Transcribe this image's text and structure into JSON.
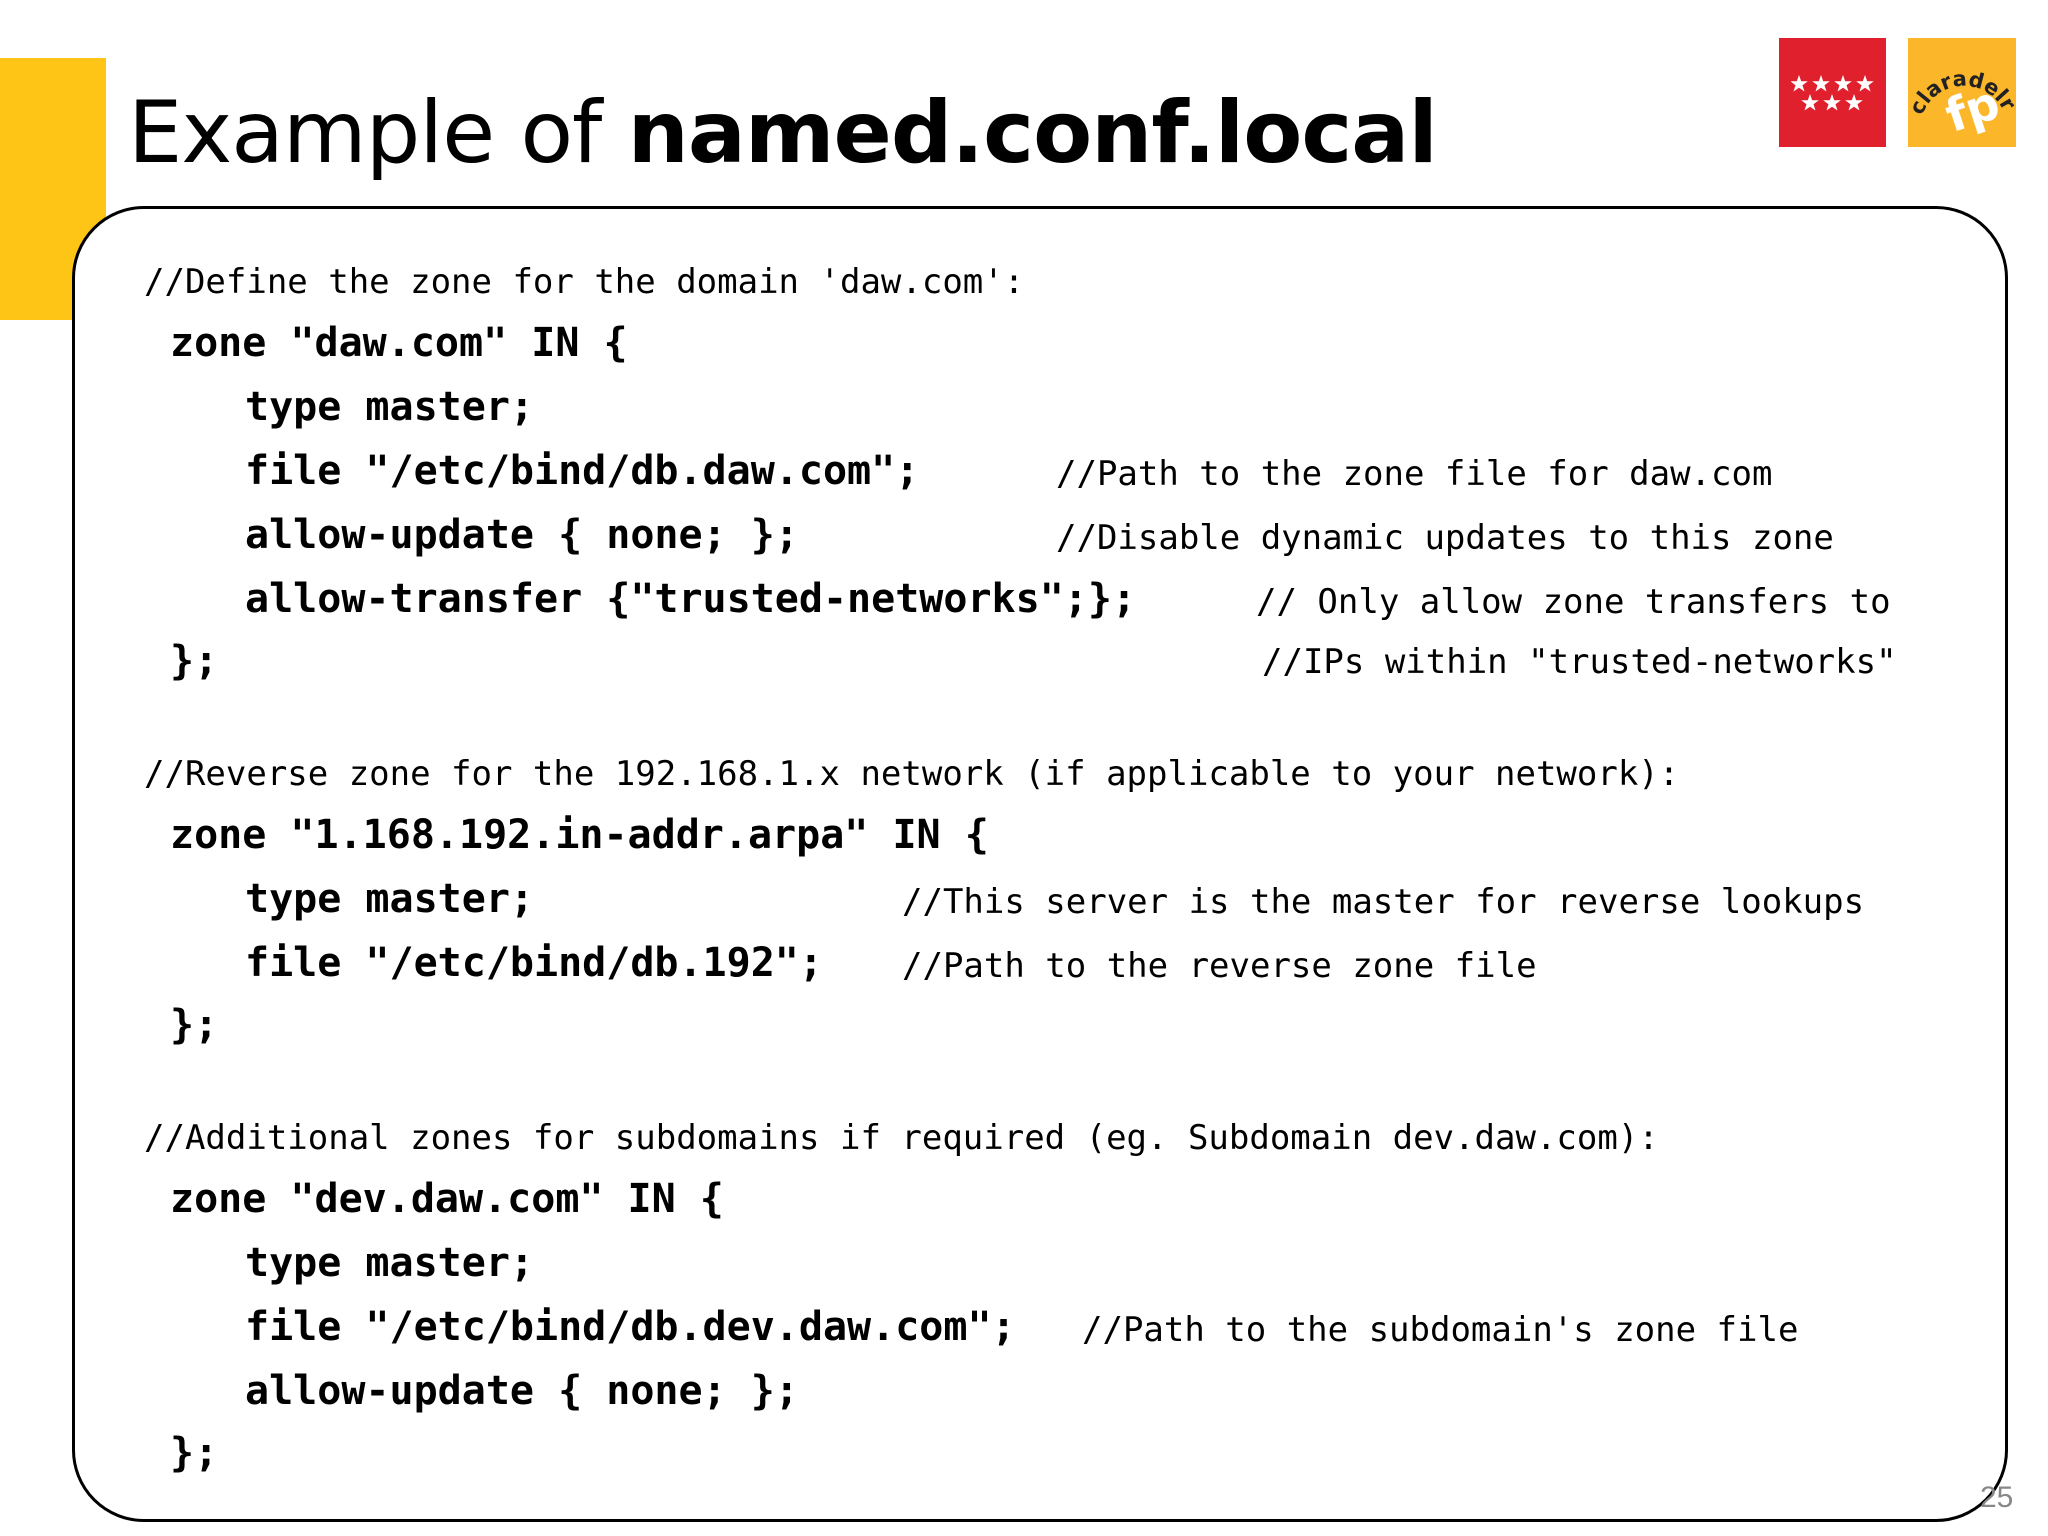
{
  "title": {
    "prefix": "Example of ",
    "bold": "named.conf.local"
  },
  "logos": {
    "madrid": {
      "name": "Comunidad de Madrid stars logo",
      "color": "#E0202D"
    },
    "fp": {
      "text": "claradelrey fp",
      "color": "#FBB62A"
    }
  },
  "accent_color": "#FFC516",
  "code": {
    "comment_define": "//Define the zone for the domain 'daw.com':",
    "zone1_open": "zone \"daw.com\" IN {",
    "zone1_type": "type master;",
    "zone1_file": "file \"/etc/bind/db.daw.com\";",
    "zone1_file_comment": "//Path to the zone file for daw.com",
    "zone1_update": "allow-update { none; };",
    "zone1_update_comment": "//Disable dynamic updates to this zone",
    "zone1_transfer": "allow-transfer {\"trusted-networks\";};",
    "zone1_transfer_comment": "// Only allow zone transfers to",
    "zone1_close": "};",
    "zone1_close_comment": "//IPs within \"trusted-networks\"",
    "comment_reverse": "//Reverse zone for the 192.168.1.x network (if applicable to your network):",
    "zone2_open": "zone \"1.168.192.in-addr.arpa\" IN {",
    "zone2_type": "type master;",
    "zone2_type_comment": "//This server is the master for reverse lookups",
    "zone2_file": "file \"/etc/bind/db.192\";",
    "zone2_file_comment": "//Path to the reverse zone file",
    "zone2_close": "};",
    "comment_additional": "//Additional zones for subdomains if required (eg. Subdomain dev.daw.com):",
    "zone3_open": "zone \"dev.daw.com\" IN {",
    "zone3_type": "type master;",
    "zone3_file": "file \"/etc/bind/db.dev.daw.com\";",
    "zone3_file_comment": "//Path to the subdomain's zone file",
    "zone3_update": "allow-update { none; };",
    "zone3_close": "};"
  },
  "page_number": "25"
}
